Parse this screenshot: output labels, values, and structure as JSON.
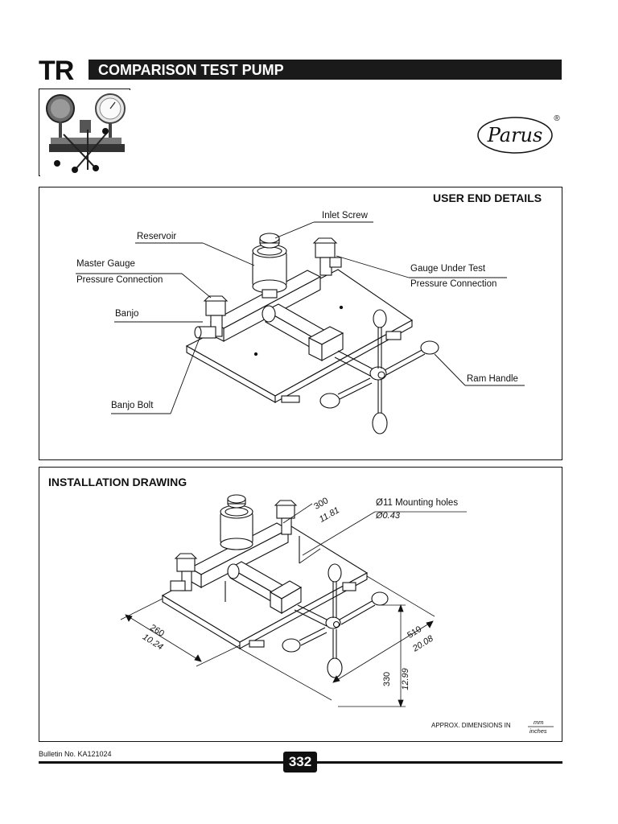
{
  "header": {
    "code": "TR",
    "title": "COMPARISON TEST PUMP"
  },
  "logo": {
    "brand": "Parus",
    "registered": "®"
  },
  "user_end_details": {
    "heading": "USER END DETAILS",
    "labels": {
      "inlet_screw": "Inlet Screw",
      "reservoir": "Reservoir",
      "master_gauge": "Master Gauge",
      "master_gauge_sub": "Pressure Connection",
      "gauge_under_test": "Gauge Under Test",
      "gauge_under_test_sub": "Pressure Connection",
      "banjo": "Banjo",
      "ram_handle": "Ram Handle",
      "banjo_bolt": "Banjo Bolt"
    }
  },
  "installation_drawing": {
    "heading": "INSTALLATION DRAWING",
    "mounting_holes": "Ø11 Mounting holes",
    "mounting_holes_in": "Ø0.43",
    "dimensions": {
      "d300_mm": "300",
      "d300_in": "11.81",
      "d260_mm": "260",
      "d260_in": "10.24",
      "d510_mm": "510",
      "d510_in": "20.08",
      "d330_mm": "330",
      "d330_in": "12.99"
    },
    "approx_note": "APPROX. DIMENSIONS IN",
    "unit_mm": "mm",
    "unit_in": "inches"
  },
  "footer": {
    "bulletin": "Bulletin No. KA121024",
    "page_number": "332"
  }
}
